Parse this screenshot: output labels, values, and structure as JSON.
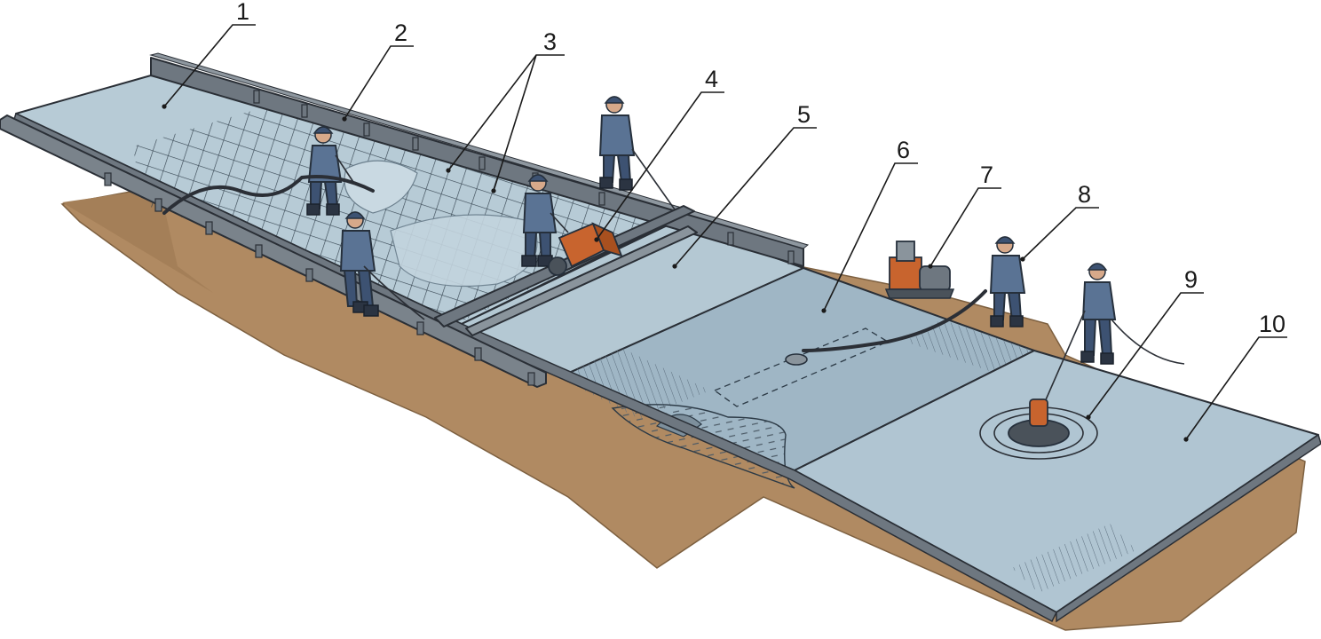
{
  "diagram": {
    "callouts": [
      {
        "id": "1",
        "label": "1"
      },
      {
        "id": "2",
        "label": "2"
      },
      {
        "id": "3",
        "label": "3"
      },
      {
        "id": "4",
        "label": "4"
      },
      {
        "id": "5",
        "label": "5"
      },
      {
        "id": "6",
        "label": "6"
      },
      {
        "id": "7",
        "label": "7"
      },
      {
        "id": "8",
        "label": "8"
      },
      {
        "id": "9",
        "label": "9"
      },
      {
        "id": "10",
        "label": "10"
      }
    ],
    "colors": {
      "ground": "#b08a62",
      "slab_light": "#b7cbd6",
      "slab_mid": "#a3bac8",
      "slab_dark": "#94acbc",
      "formwork": "#6e7780",
      "worker_uniform": "#5a7394",
      "machine_orange": "#c8642e"
    },
    "icons": [
      "hard-hat-icon",
      "vibrating-screed-icon",
      "vacuum-pump-icon",
      "power-trowel-icon"
    ]
  }
}
